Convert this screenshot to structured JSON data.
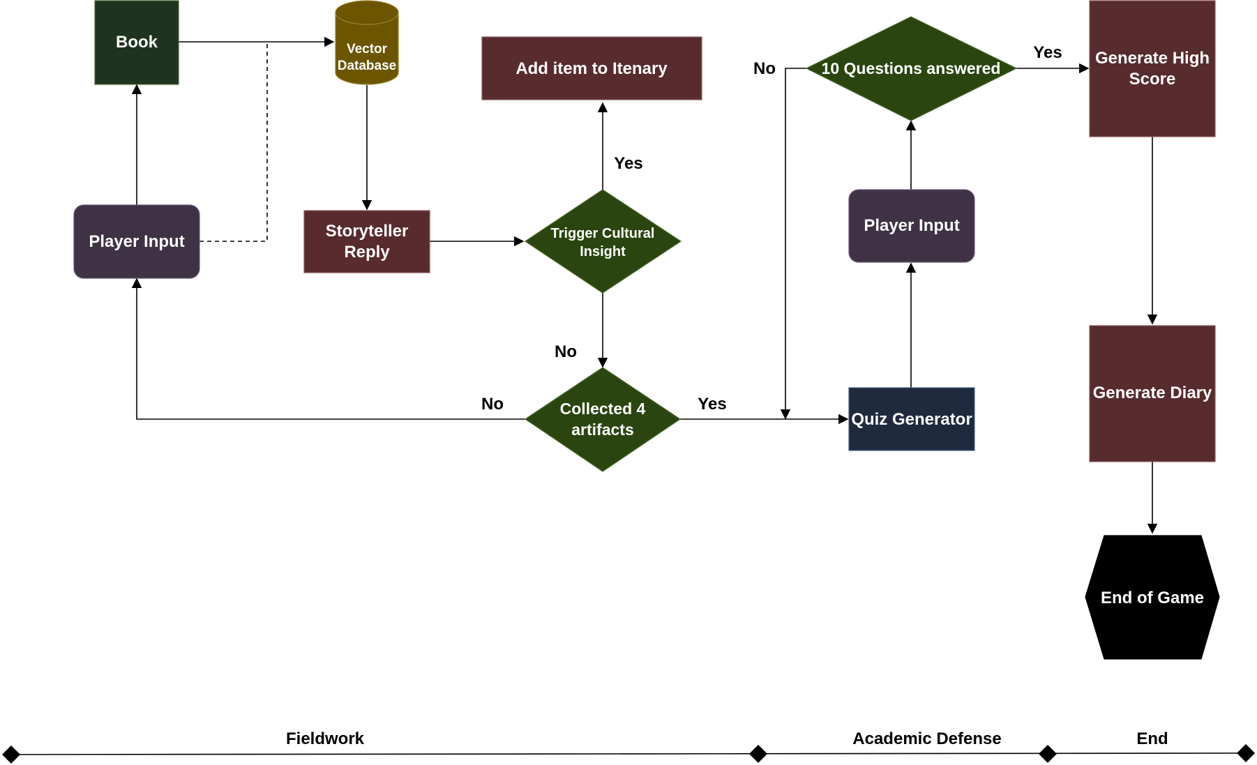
{
  "colors": {
    "dark_green": "#1e3320",
    "olive": "#6b5500",
    "maroon": "#582b2e",
    "purple": "#3e3244",
    "diamond_green": "#2a4510",
    "navy": "#1f2a3e",
    "black": "#000000"
  },
  "nodes": {
    "book": "Book",
    "vector_db": [
      "Vector",
      "Database"
    ],
    "player_input_1": "Player Input",
    "storyteller_reply": [
      "Storyteller",
      "Reply"
    ],
    "trigger_cultural_insight": [
      "Trigger Cultural",
      "Insight"
    ],
    "add_item_itinerary": "Add item to Itenary",
    "collected_artifacts": [
      "Collected 4",
      "artifacts"
    ],
    "quiz_generator": "Quiz Generator",
    "player_input_2": "Player Input",
    "questions_answered": "10 Questions answered",
    "generate_high_score": [
      "Generate High",
      "Score"
    ],
    "generate_diary": "Generate Diary",
    "end_of_game": "End of Game"
  },
  "edge_labels": {
    "trigger_yes": "Yes",
    "trigger_no": "No",
    "collected_no": "No",
    "collected_yes": "Yes",
    "questions_no": "No",
    "questions_yes": "Yes"
  },
  "timeline": {
    "phases": [
      "Fieldwork",
      "Academic Defense",
      "End"
    ]
  }
}
